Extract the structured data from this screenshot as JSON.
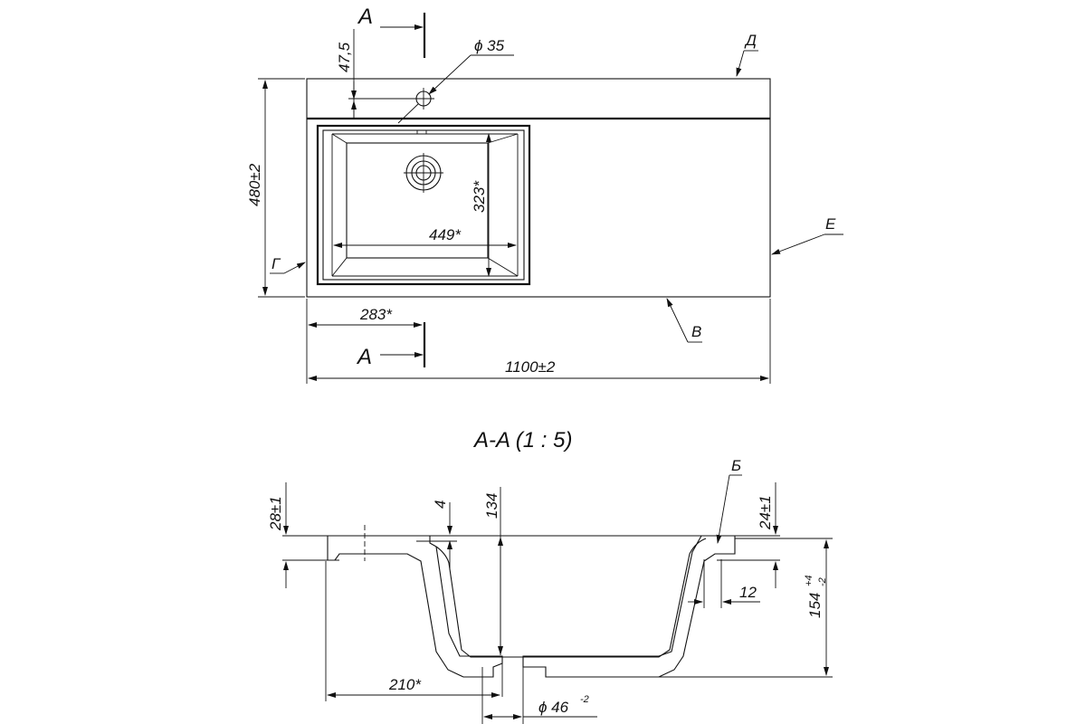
{
  "plan_view": {
    "section_marker_top": "A",
    "section_marker_bottom": "A",
    "dim_47_5": "47,5",
    "dim_dia_35": "ϕ 35",
    "label_D": "Д",
    "label_E": "Е",
    "label_G": "Г",
    "label_V": "В",
    "dim_480": "480±2",
    "dim_323": "323*",
    "dim_449": "449*",
    "dim_283": "283*",
    "dim_1100": "1100±2"
  },
  "section_view": {
    "title": "A-A (1 : 5)",
    "dim_28": "28±1",
    "dim_4": "4",
    "dim_134": "134",
    "label_B": "Б",
    "dim_24": "24±1",
    "dim_12": "12",
    "dim_154": "154",
    "dim_154_tol_upper": "+4",
    "dim_154_tol_lower": "-2",
    "dim_210": "210*",
    "dim_dia_46": "ϕ 46",
    "dim_dia_46_tol": "-2"
  }
}
